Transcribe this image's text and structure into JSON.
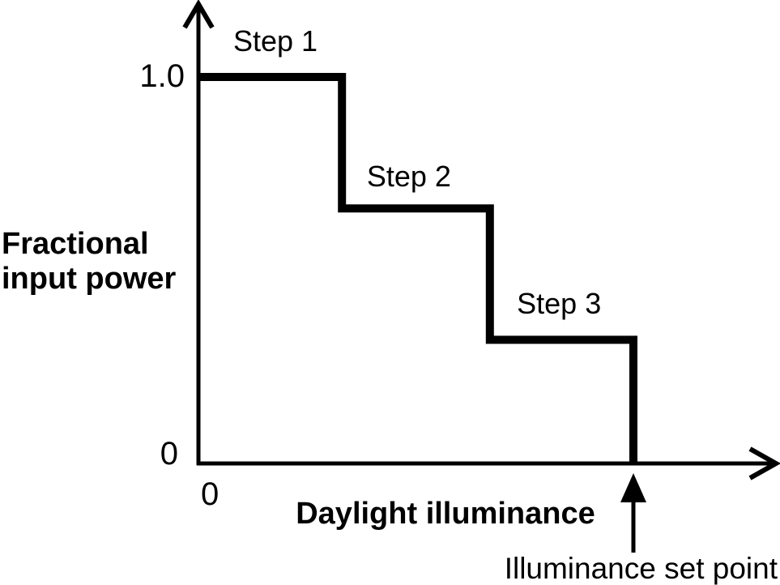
{
  "colors": {
    "ink": "#000000",
    "background": "#ffffff"
  },
  "chart_data": {
    "type": "line",
    "subtype": "step-function",
    "xlabel": "Daylight illuminance",
    "ylabel": "Fractional input power",
    "ylabel_lines": [
      "Fractional",
      "input power"
    ],
    "x_ticks": [
      {
        "value": 0,
        "label": "0"
      }
    ],
    "y_ticks": [
      {
        "value": 1.0,
        "label": "1.0"
      },
      {
        "value": 0,
        "label": "0"
      }
    ],
    "xlim": [
      0,
      1.32
    ],
    "ylim": [
      0,
      1.19
    ],
    "grid": false,
    "series": [
      {
        "name": "Fractional input power vs daylight illuminance",
        "x": [
          0,
          0.33,
          0.33,
          0.67,
          0.67,
          1.0,
          1.0
        ],
        "y": [
          1.0,
          1.0,
          0.66,
          0.66,
          0.32,
          0.32,
          0.0
        ]
      }
    ],
    "annotations": [
      {
        "label": "Step 1",
        "x": 0.177,
        "y": 1.067
      },
      {
        "label": "Step 2",
        "x": 0.484,
        "y": 0.717
      },
      {
        "label": "Step 3",
        "x": 0.829,
        "y": 0.388
      }
    ],
    "set_point": {
      "label": "Illuminance set point",
      "x": 1.0
    }
  }
}
